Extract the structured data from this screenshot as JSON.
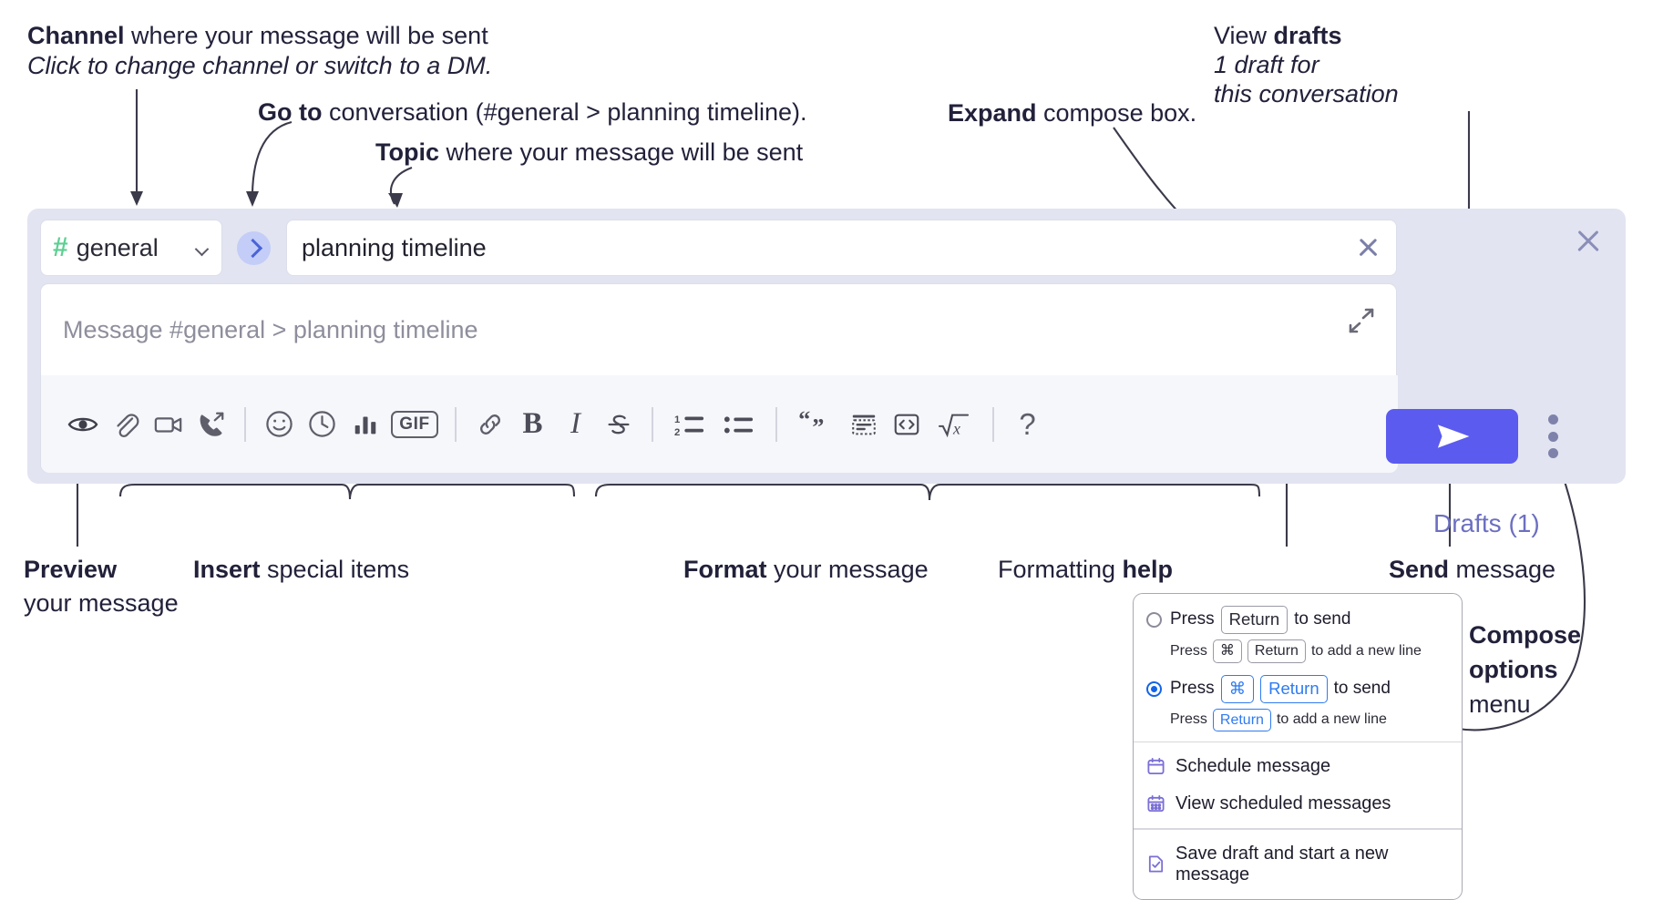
{
  "annotations": {
    "channel": {
      "bold": "Channel",
      "rest": " where your message will be sent",
      "italic": "Click to change channel or switch to a DM."
    },
    "goto": {
      "bold": "Go to",
      "rest": " conversation (#general > planning timeline)."
    },
    "topic": {
      "bold": "Topic",
      "rest": " where your message will be sent"
    },
    "expand": {
      "bold": "Expand",
      "rest": " compose box."
    },
    "drafts": {
      "lead": "View ",
      "bold": "drafts",
      "italic_line1": "1 draft for",
      "italic_line2": "this conversation"
    },
    "preview": {
      "bold": "Preview",
      "line2": "your message"
    },
    "insert": {
      "bold": "Insert",
      "rest": " special items"
    },
    "format": {
      "bold": "Format",
      "rest": " your message"
    },
    "help": {
      "lead": "Formatting ",
      "bold": "help"
    },
    "send": {
      "bold": "Send",
      "rest": " message"
    },
    "compose_options": {
      "bold_line1": "Compose",
      "bold_line2": "options",
      "line3": "menu"
    }
  },
  "compose": {
    "channel_name": "general",
    "hash_symbol": "#",
    "topic_value": "planning timeline",
    "message_placeholder": "Message #general > planning timeline",
    "drafts_label": "Drafts (1)"
  },
  "toolbar": [
    {
      "name": "preview-icon",
      "label": "Preview"
    },
    {
      "name": "attachment-icon",
      "label": "Attach file"
    },
    {
      "name": "video-icon",
      "label": "Record video clip"
    },
    {
      "name": "audio-call-icon",
      "label": "Record audio clip"
    },
    {
      "name": "emoji-icon",
      "label": "Emoji"
    },
    {
      "name": "clock-icon",
      "label": "Reminder"
    },
    {
      "name": "poll-icon",
      "label": "Poll"
    },
    {
      "name": "gif-icon",
      "label": "GIF"
    },
    {
      "name": "link-icon",
      "label": "Link"
    },
    {
      "name": "bold-icon",
      "label": "B"
    },
    {
      "name": "italic-icon",
      "label": "I"
    },
    {
      "name": "strikethrough-icon",
      "label": "Strikethrough"
    },
    {
      "name": "ordered-list-icon",
      "label": "Ordered list"
    },
    {
      "name": "bulleted-list-icon",
      "label": "Bulleted list"
    },
    {
      "name": "blockquote-icon",
      "label": "Blockquote"
    },
    {
      "name": "code-block-icon",
      "label": "Code block"
    },
    {
      "name": "code-snippet-icon",
      "label": "Code"
    },
    {
      "name": "math-icon",
      "label": "Math"
    },
    {
      "name": "help-icon",
      "label": "?"
    }
  ],
  "dropdown": {
    "option1": {
      "selected": false,
      "pre": "Press",
      "key": "Return",
      "post": "to send",
      "sub_pre": "Press",
      "sub_key1": "⌘",
      "sub_key2": "Return",
      "sub_post": "to add a new line"
    },
    "option2": {
      "selected": true,
      "pre": "Press",
      "key1": "⌘",
      "key2": "Return",
      "post": "to send",
      "sub_pre": "Press",
      "sub_key": "Return",
      "sub_post": "to add a new line"
    },
    "items": [
      {
        "icon": "calendar-icon",
        "label": "Schedule message"
      },
      {
        "icon": "calendar-grid-icon",
        "label": "View scheduled messages"
      },
      {
        "icon": "save-draft-icon",
        "label": "Save draft and start a new message"
      }
    ]
  },
  "colors": {
    "compose_bg": "#e2e4f1",
    "send_button": "#5b5bef",
    "hash_green": "#5ecf93",
    "goto_blue": "#c3cdf7",
    "drafts_purple": "#6c6fc0",
    "radio_blue": "#1264e8",
    "menu_icon_purple": "#7b6fd6"
  }
}
